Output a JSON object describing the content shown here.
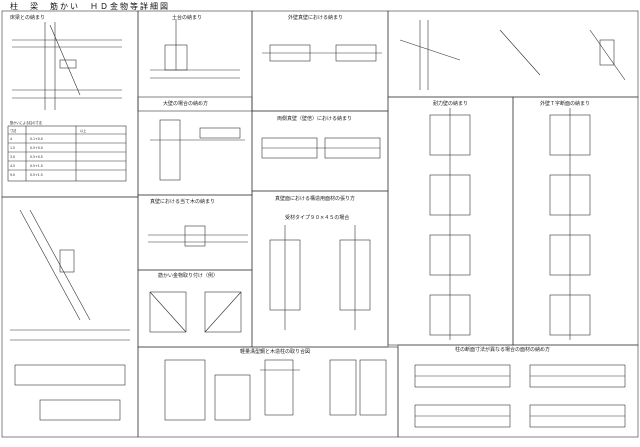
{
  "title": "柱　梁　筋かい　ＨＤ金物等詳細図",
  "panels": [
    {
      "id": "p1",
      "title": "床梁との納まり"
    },
    {
      "id": "p2",
      "title": "土台の納まり"
    },
    {
      "id": "p3",
      "title": "外壁真壁における納まり"
    },
    {
      "id": "p4",
      "title": "大壁の場合の納め方"
    },
    {
      "id": "p5",
      "title": "両側真壁（壁倍）における納まり"
    },
    {
      "id": "p6",
      "title": "耐力壁の納まり"
    },
    {
      "id": "p7",
      "title": "外壁Ｔ字断面の納まり"
    },
    {
      "id": "p8",
      "title": "真壁における当て木の納まり"
    },
    {
      "id": "p9",
      "title": "真壁面における構造用面材の張り方"
    },
    {
      "id": "p10",
      "title": "受材タイプ９０×４５の場合"
    },
    {
      "id": "p11",
      "title": "筋かい金物取り付け（例）"
    },
    {
      "id": "p12",
      "title": "軽量溝型鋼と木造柱の取り合図"
    },
    {
      "id": "p13",
      "title": "柱の断面寸法が異なる場合の面材の納め方"
    }
  ],
  "table": {
    "header": "筋かいによる柱の寸法",
    "rows": [
      [
        "寸法",
        "",
        "以上"
      ],
      [
        "4",
        "0.1+0.0",
        ""
      ],
      [
        "1.5",
        "0.5+0.0",
        ""
      ],
      [
        "3.0",
        "0.5+0.5",
        ""
      ],
      [
        "4.5",
        "0.5+1.5",
        ""
      ],
      [
        "9.0",
        "0.5+1.5",
        ""
      ]
    ]
  }
}
